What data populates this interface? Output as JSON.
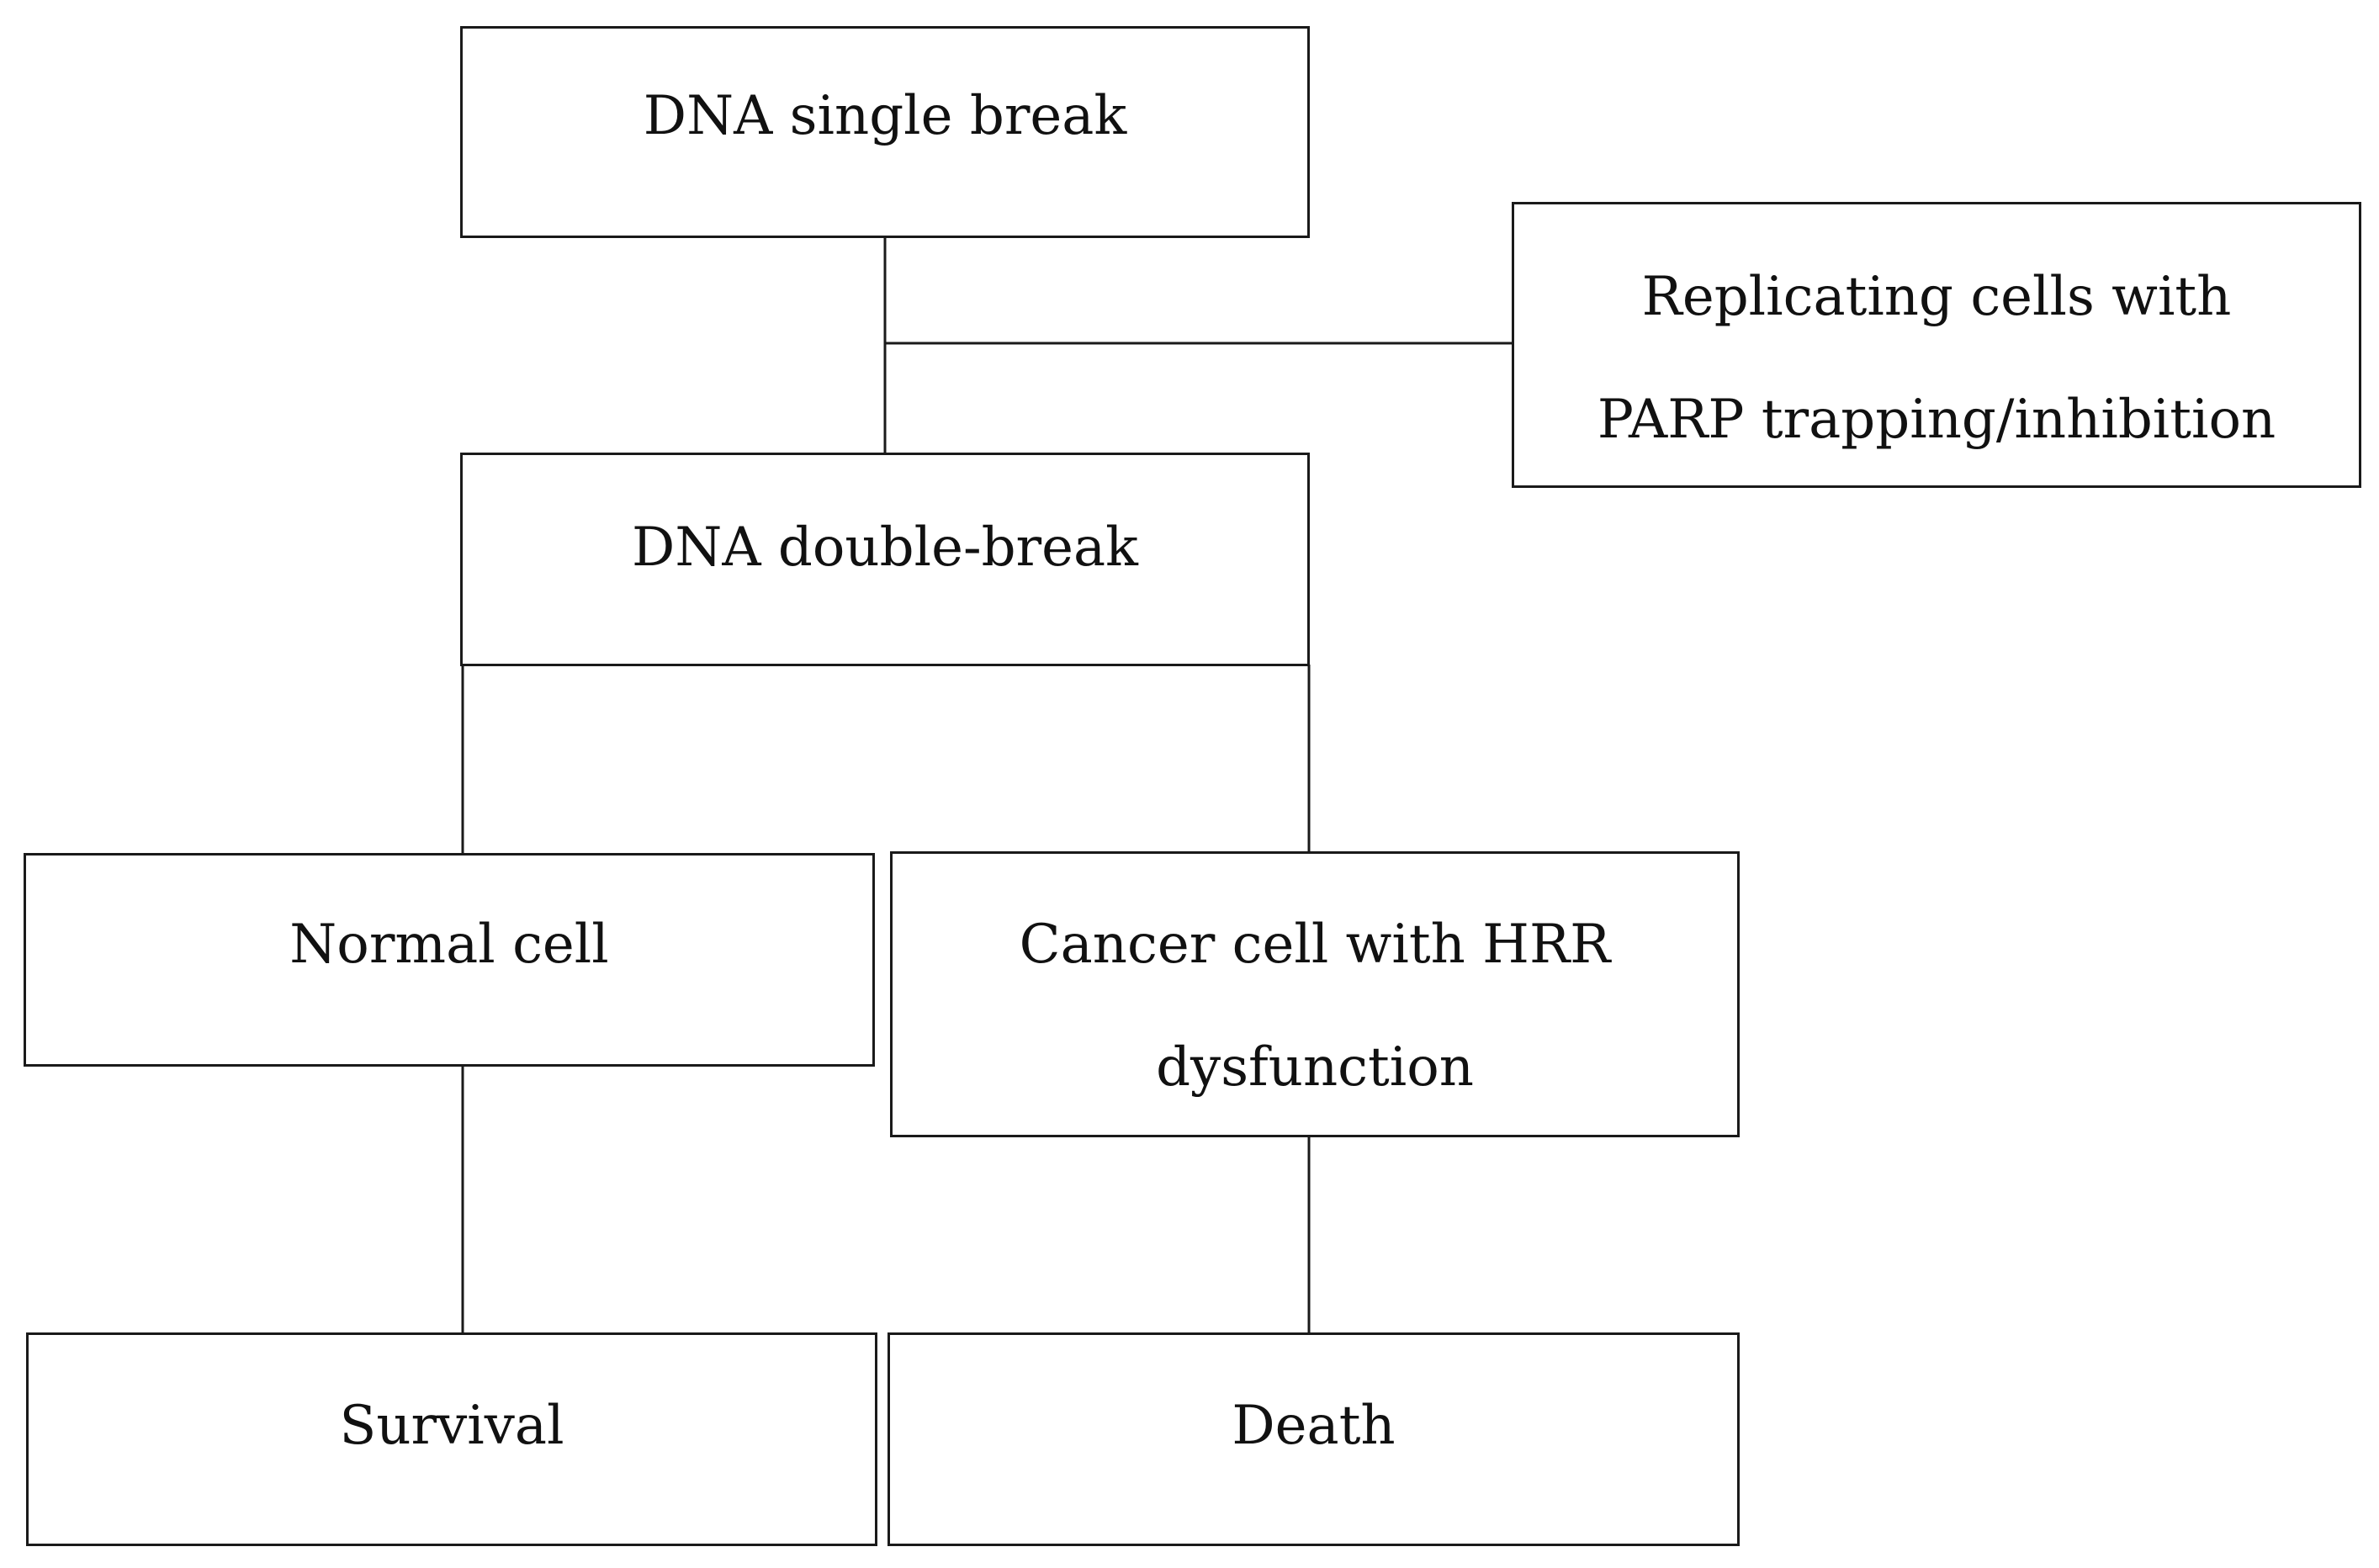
{
  "diagram": {
    "nodes": {
      "single_break": {
        "line1": "DNA single break"
      },
      "parp": {
        "line1": "Replicating cells with",
        "line2": "PARP trapping/inhibition"
      },
      "double_break": {
        "line1": "DNA double-break"
      },
      "normal_cell": {
        "line1": "Normal cell"
      },
      "cancer_cell": {
        "line1": "Cancer cell with HRR",
        "line2": "dysfunction"
      },
      "survival": {
        "line1": "Survival"
      },
      "death": {
        "line1": "Death"
      }
    }
  }
}
